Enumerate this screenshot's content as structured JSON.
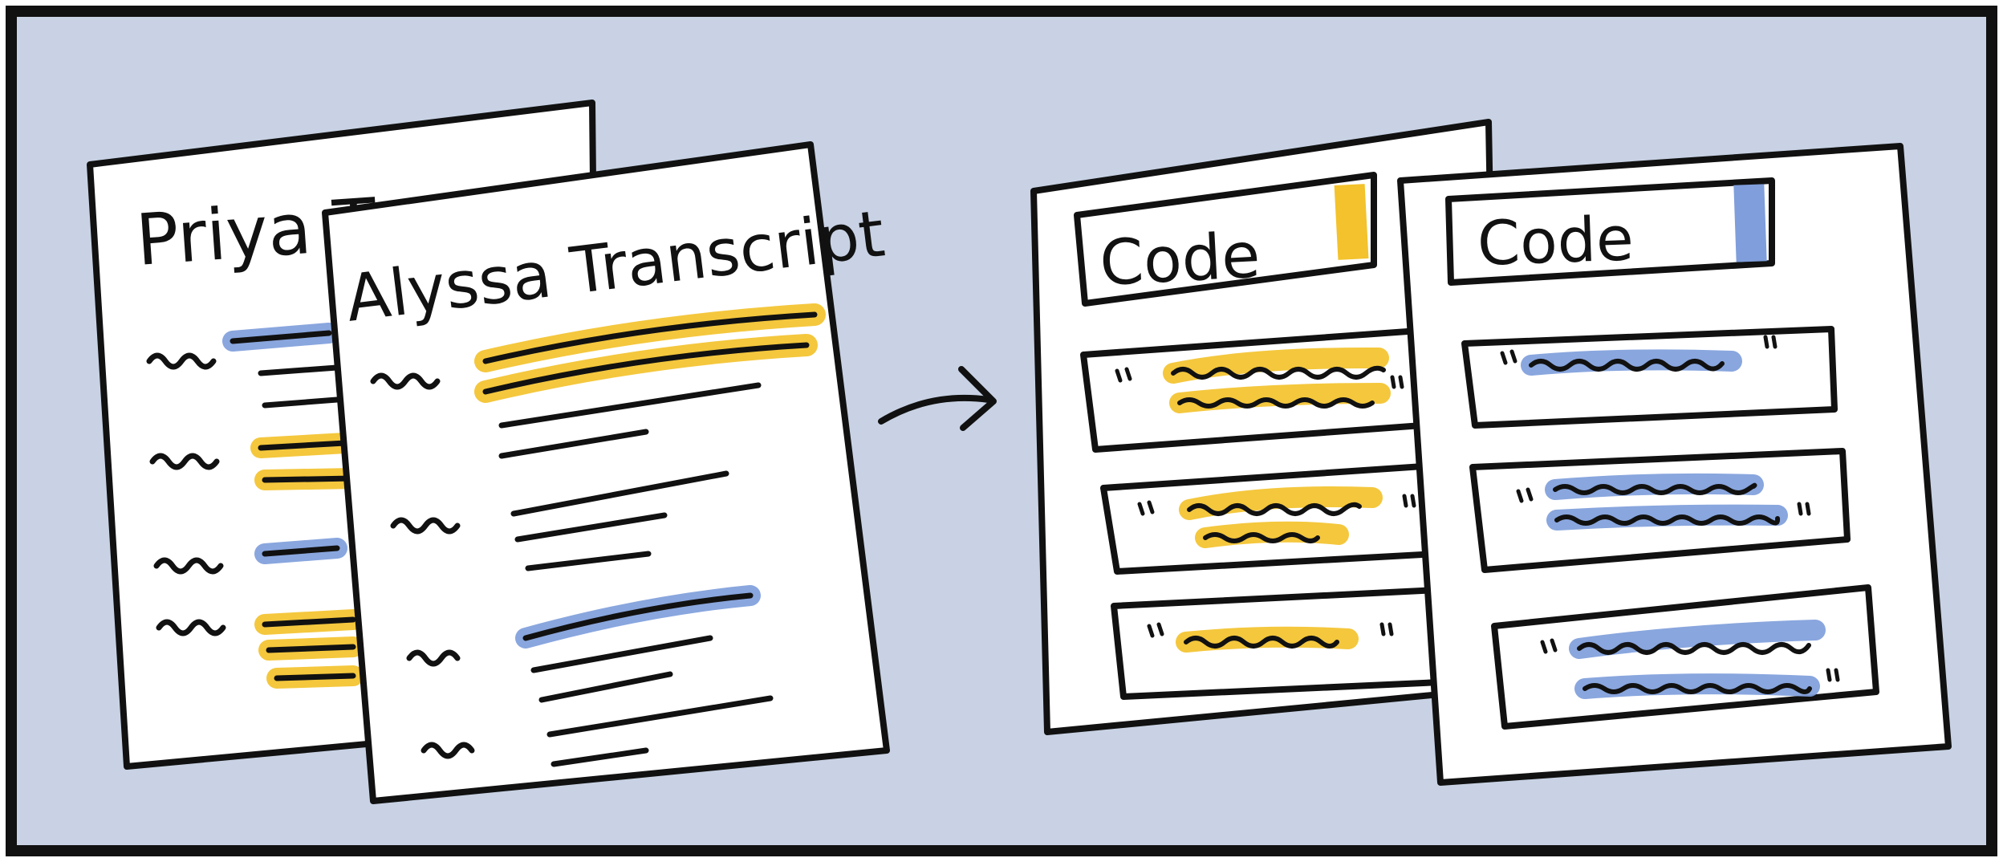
{
  "colors": {
    "background": "#c8d2e4",
    "paper": "#ffffff",
    "ink": "#111111",
    "highlight_yellow": "#f3c22c",
    "highlight_blue": "#7f9edb"
  },
  "transcripts": {
    "back_title": "Priya T",
    "front_title": "Alyssa Transcript"
  },
  "arrow_icon": "right-arrow",
  "codes": {
    "left": {
      "label": "Code",
      "accent": "yellow"
    },
    "right": {
      "label": "Code",
      "accent": "blue"
    }
  }
}
